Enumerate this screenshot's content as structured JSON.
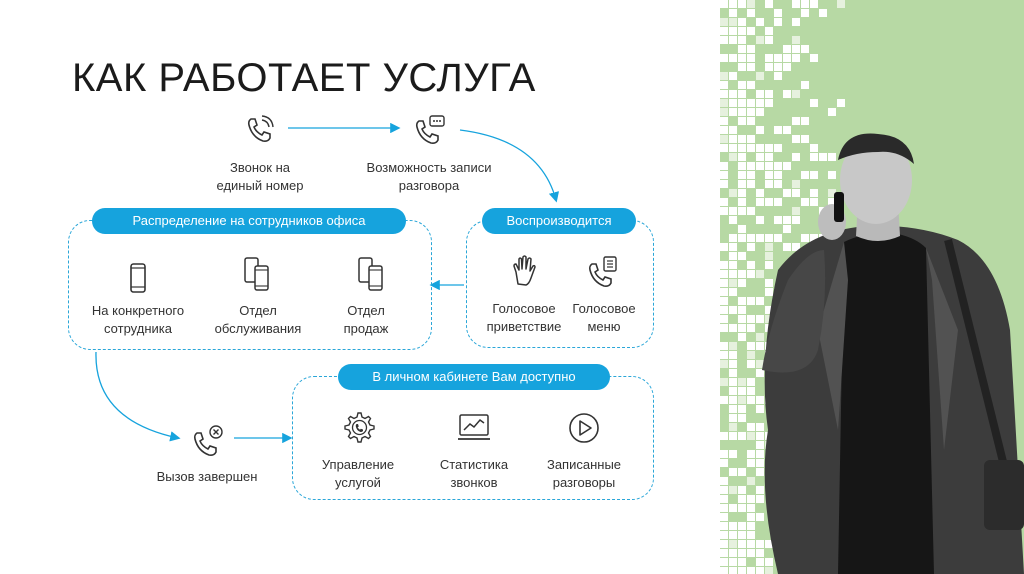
{
  "title": "КАК РАБОТАЕТ УСЛУГА",
  "colors": {
    "accent": "#16a3dd",
    "panel_green": "#b7d9a4",
    "text": "#333333"
  },
  "steps": {
    "call": {
      "line1": "Звонок на",
      "line2": "единый номер",
      "icon": "phone-ringing-icon"
    },
    "record": {
      "line1": "Возможность записи",
      "line2": "разговора",
      "icon": "phone-message-icon"
    },
    "ended": {
      "label": "Вызов завершен",
      "icon": "phone-cancel-icon"
    }
  },
  "distribution": {
    "header": "Распределение на сотрудников офиса",
    "items": [
      {
        "line1": "На конкретного",
        "line2": "сотрудника",
        "icon": "smartphone-icon"
      },
      {
        "line1": "Отдел",
        "line2": "обслуживания",
        "icon": "two-phones-icon"
      },
      {
        "line1": "Отдел",
        "line2": "продаж",
        "icon": "two-phones-icon"
      }
    ]
  },
  "playback": {
    "header": "Воспроизводится",
    "items": [
      {
        "line1": "Голосовое",
        "line2": "приветствие",
        "icon": "hand-icon"
      },
      {
        "line1": "Голосовое",
        "line2": "меню",
        "icon": "phone-menu-icon"
      }
    ]
  },
  "cabinet": {
    "header": "В личном кабинете Вам доступно",
    "items": [
      {
        "line1": "Управление",
        "line2": "услугой",
        "icon": "gear-phone-icon"
      },
      {
        "line1": "Статистика",
        "line2": "звонков",
        "icon": "chart-monitor-icon"
      },
      {
        "line1": "Записанные",
        "line2": "разговоры",
        "icon": "play-icon"
      }
    ]
  }
}
